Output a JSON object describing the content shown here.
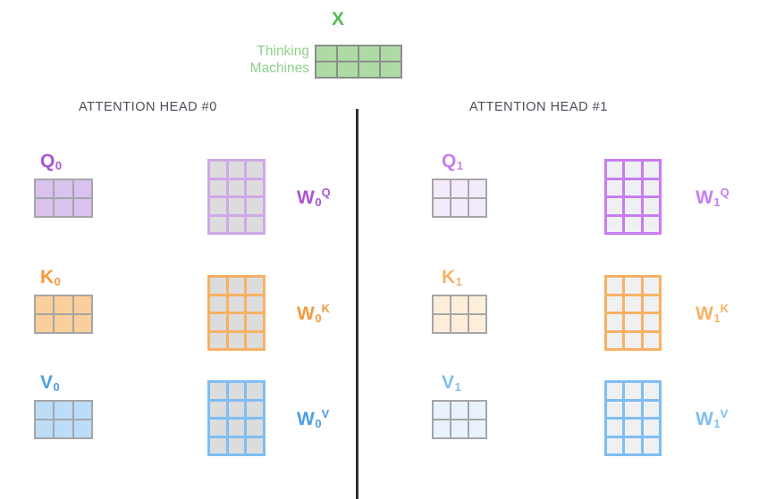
{
  "diagram": {
    "title_x": "X",
    "input_row_labels": [
      "Thinking",
      "Machines"
    ],
    "divider_name": "head-separator"
  },
  "colors": {
    "green_title": "#57bb57",
    "green_label": "#8ed08a",
    "green_cell": "#aedba4",
    "green_line": "#8a8f8a",
    "purple_strong": "#a855d6",
    "purple_light": "#c77df0",
    "purple_cell_strong": "#d9c2ef",
    "purple_cell_light": "#f4eafd",
    "purple_line_strong": "#cfa8e8",
    "orange_strong": "#f59a3c",
    "orange_light": "#f7b164",
    "orange_cell_strong": "#f9cf9b",
    "orange_cell_light": "#fdeedc",
    "blue_strong": "#4a9fe8",
    "blue_light": "#7fbdf2",
    "blue_cell_strong": "#bcddf8",
    "blue_cell_light": "#e8f3fd",
    "gray_cell": "#dcdcdc",
    "gray_cell_light": "#eff0f2",
    "gray_line": "#808080",
    "gray_line_soft": "#a6a6a6",
    "divider": "#2f3136",
    "head_title": "#4a4f57"
  },
  "heads": [
    {
      "title": "ATTENTION HEAD #0",
      "rows": [
        {
          "small": {
            "label_base": "Q",
            "label_sub": "0",
            "label_sup": "",
            "rows": 2,
            "cols": 3
          },
          "weight": {
            "label_base": "W",
            "label_sub": "0",
            "label_sup": "Q",
            "rows": 4,
            "cols": 3
          }
        },
        {
          "small": {
            "label_base": "K",
            "label_sub": "0",
            "label_sup": "",
            "rows": 2,
            "cols": 3
          },
          "weight": {
            "label_base": "W",
            "label_sub": "0",
            "label_sup": "K",
            "rows": 4,
            "cols": 3
          }
        },
        {
          "small": {
            "label_base": "V",
            "label_sub": "0",
            "label_sup": "",
            "rows": 2,
            "cols": 3
          },
          "weight": {
            "label_base": "W",
            "label_sub": "0",
            "label_sup": "V",
            "rows": 4,
            "cols": 3
          }
        }
      ]
    },
    {
      "title": "ATTENTION HEAD #1",
      "rows": [
        {
          "small": {
            "label_base": "Q",
            "label_sub": "1",
            "label_sup": "",
            "rows": 2,
            "cols": 3
          },
          "weight": {
            "label_base": "W",
            "label_sub": "1",
            "label_sup": "Q",
            "rows": 4,
            "cols": 3
          }
        },
        {
          "small": {
            "label_base": "K",
            "label_sub": "1",
            "label_sup": "",
            "rows": 2,
            "cols": 3
          },
          "weight": {
            "label_base": "W",
            "label_sub": "1",
            "label_sup": "K",
            "rows": 4,
            "cols": 3
          }
        },
        {
          "small": {
            "label_base": "V",
            "label_sub": "1",
            "label_sup": "",
            "rows": 2,
            "cols": 3
          },
          "weight": {
            "label_base": "W",
            "label_sub": "1",
            "label_sup": "V",
            "rows": 4,
            "cols": 3
          }
        }
      ]
    }
  ],
  "input_matrix": {
    "rows": 2,
    "cols": 4
  }
}
